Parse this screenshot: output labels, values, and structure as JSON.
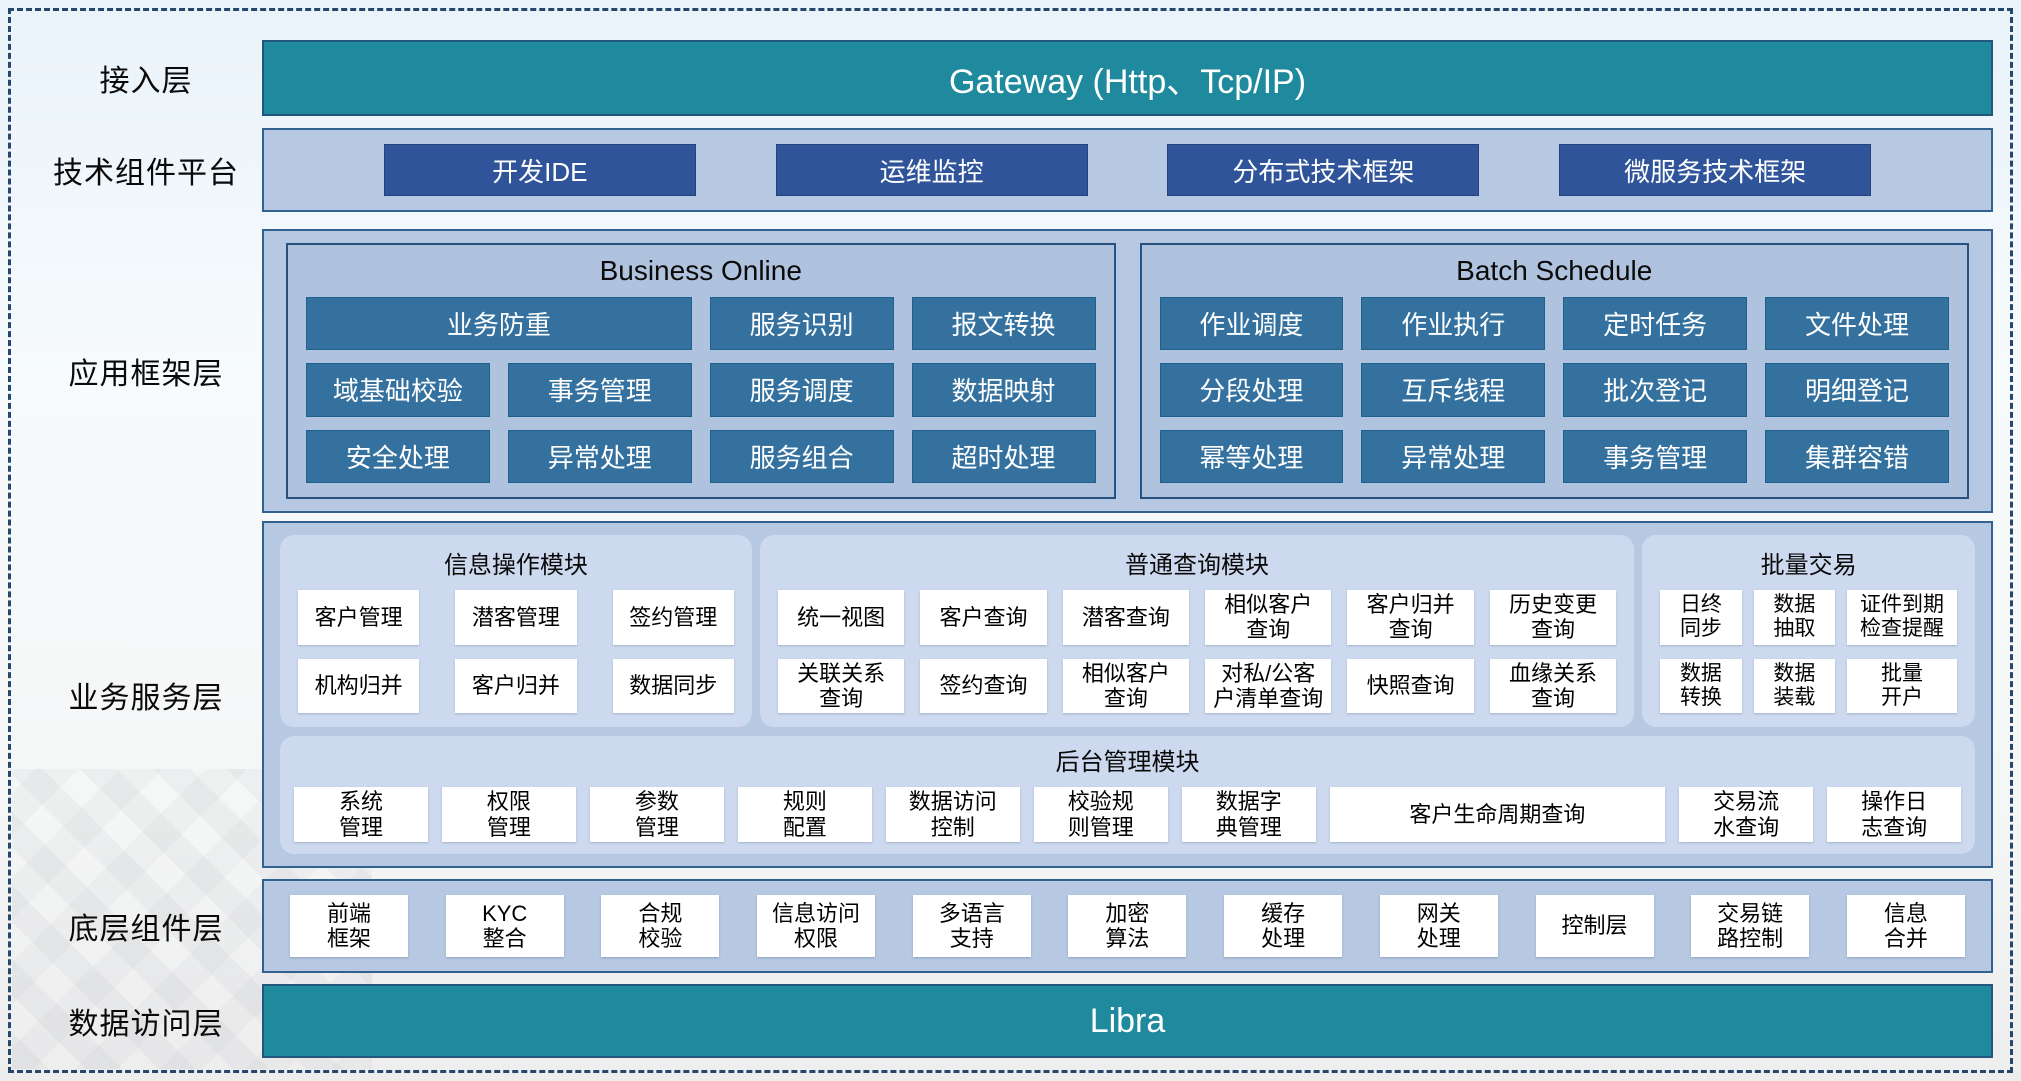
{
  "colors": {
    "teal_bar": "#1f8a9d",
    "navy_button": "#2f5499",
    "steel_button": "#35719f",
    "layer_box_bg": "#b6c8e2",
    "module_bg": "#cdd9ee",
    "box_border": "#33618f"
  },
  "access": {
    "label": "接入层",
    "bar": "Gateway (Http、Tcp/IP)"
  },
  "tech": {
    "label": "技术组件平台",
    "items": [
      "开发IDE",
      "运维监控",
      "分布式技术框架",
      "微服务技术框架"
    ]
  },
  "app": {
    "label": "应用框架层",
    "panels": [
      {
        "title": "Business Online",
        "items": [
          "业务防重",
          "服务识别",
          "报文转换",
          "域基础校验",
          "事务管理",
          "服务调度",
          "数据映射",
          "安全处理",
          "异常处理",
          "服务组合",
          "超时处理"
        ]
      },
      {
        "title": "Batch Schedule",
        "items": [
          "作业调度",
          "作业执行",
          "定时任务",
          "文件处理",
          "分段处理",
          "互斥线程",
          "批次登记",
          "明细登记",
          "幂等处理",
          "异常处理",
          "事务管理",
          "集群容错"
        ]
      }
    ]
  },
  "service": {
    "label": "业务服务层",
    "modules": [
      {
        "title": "信息操作模块",
        "items": [
          "客户管理",
          "潜客管理",
          "签约管理",
          "机构归并",
          "客户归并",
          "数据同步"
        ]
      },
      {
        "title": "普通查询模块",
        "items": [
          "统一视图",
          "客户查询",
          "潜客查询",
          "相似客户\n查询",
          "客户归并\n查询",
          "历史变更\n查询",
          "关联关系\n查询",
          "签约查询",
          "相似客户\n查询",
          "对私/公客\n户清单查询",
          "快照查询",
          "血缘关系\n查询"
        ]
      },
      {
        "title": "批量交易",
        "items": [
          "日终\n同步",
          "数据\n抽取",
          "证件到期\n检查提醒",
          "数据\n转换",
          "数据\n装载",
          "批量\n开户"
        ]
      }
    ],
    "admin": {
      "title": "后台管理模块",
      "items": [
        "系统\n管理",
        "权限\n管理",
        "参数\n管理",
        "规则\n配置",
        "数据访问\n控制",
        "校验规\n则管理",
        "数据字\n典管理",
        "客户生命周期查询",
        "交易流\n水查询",
        "操作日\n志查询"
      ]
    }
  },
  "base": {
    "label": "底层组件层",
    "items": [
      "前端\n框架",
      "KYC\n整合",
      "合规\n校验",
      "信息访问\n权限",
      "多语言\n支持",
      "加密\n算法",
      "缓存\n处理",
      "网关\n处理",
      "控制层",
      "交易链\n路控制",
      "信息\n合并"
    ]
  },
  "dataAccess": {
    "label": "数据访问层",
    "bar": "Libra"
  }
}
